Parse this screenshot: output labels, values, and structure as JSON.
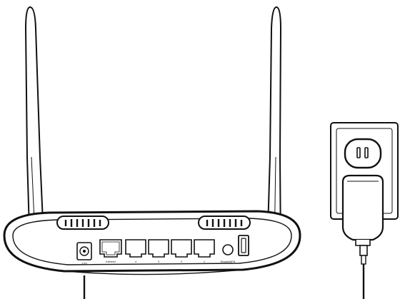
{
  "router": {
    "power_label": "12V",
    "wan_label": "Internet",
    "lan_labels": [
      "4",
      "3",
      "2",
      "1"
    ],
    "reset_label": "Reset/WPS"
  },
  "colors": {
    "line": "#111111",
    "fill": "#ffffff"
  },
  "icons": {
    "router": "router-back-panel",
    "outlet": "wall-outlet",
    "adapter": "power-adapter"
  }
}
